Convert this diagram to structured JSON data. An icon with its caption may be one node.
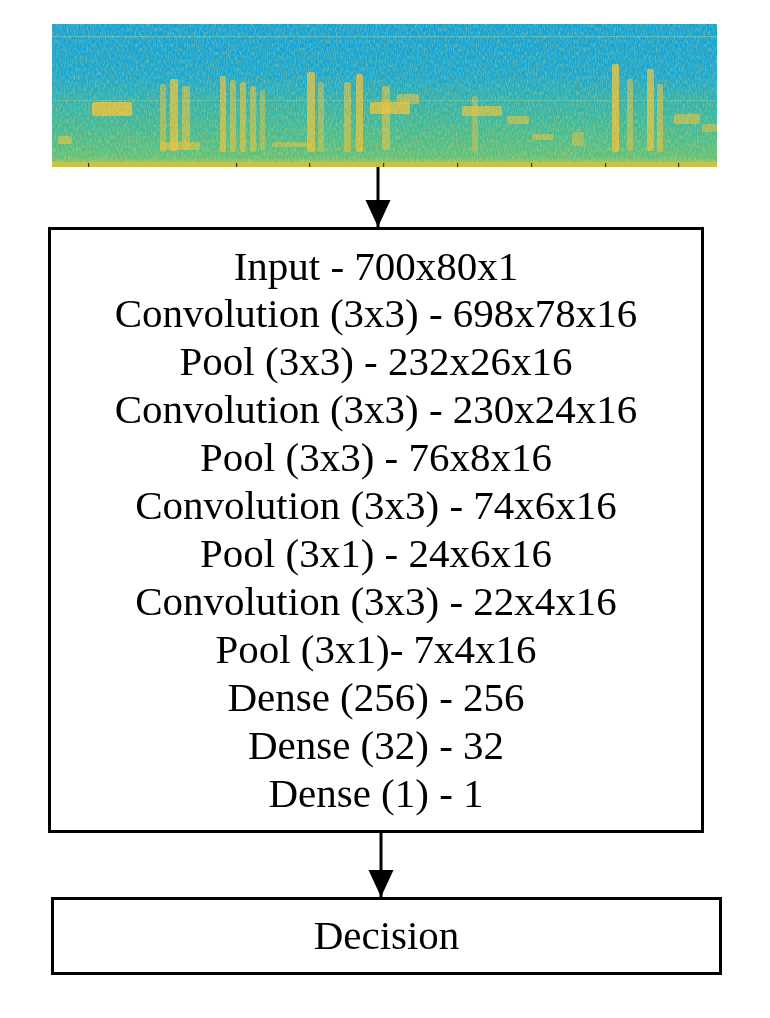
{
  "diagram": {
    "nodes": [
      {
        "text": [],
        "shape": "picture"
      },
      {
        "text": [
          "Input - 700x80x1",
          "Convolution (3x3) - 698x78x16",
          "Pool (3x3) - 232x26x16",
          "Convolution (3x3) - 230x24x16",
          "Pool (3x3) - 76x8x16",
          "Convolution (3x3) - 74x6x16",
          "Pool (3x1) - 24x6x16",
          "Convolution (3x3) - 22x4x16",
          "Pool (3x1)- 7x4x16",
          "Dense (256) - 256",
          "Dense (32) - 32",
          "Dense (1) - 1"
        ]
      },
      {
        "text": [
          "Decision"
        ]
      }
    ],
    "edges": [
      {
        "from": 0,
        "to": 1,
        "arrow": "to"
      },
      {
        "from": 1,
        "to": 2,
        "arrow": "to"
      }
    ]
  }
}
